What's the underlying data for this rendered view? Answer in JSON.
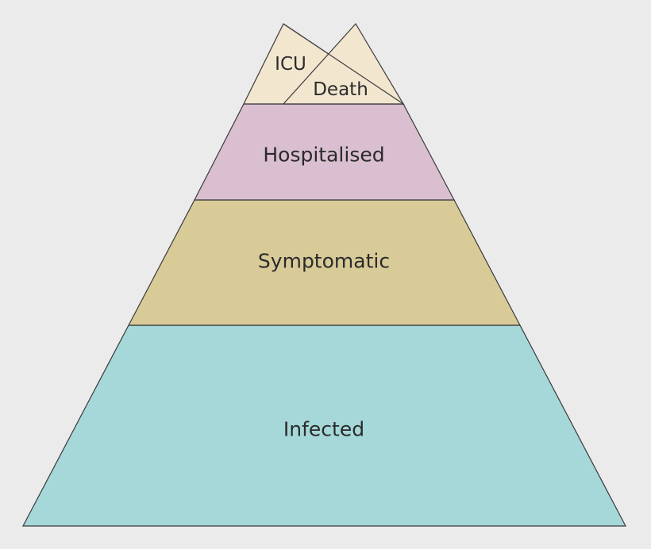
{
  "diagram": {
    "levels": [
      {
        "label": "Infected",
        "color": "#a6d8d9"
      },
      {
        "label": "Symptomatic",
        "color": "#d8cb98"
      },
      {
        "label": "Hospitalised",
        "color": "#d9bfcf"
      }
    ],
    "peaks": [
      {
        "label": "ICU",
        "color": "#f2e6cf"
      },
      {
        "label": "Death",
        "color": "#f2e6cf"
      }
    ],
    "background": "#ebebeb",
    "stroke": "#3a3a3a"
  }
}
